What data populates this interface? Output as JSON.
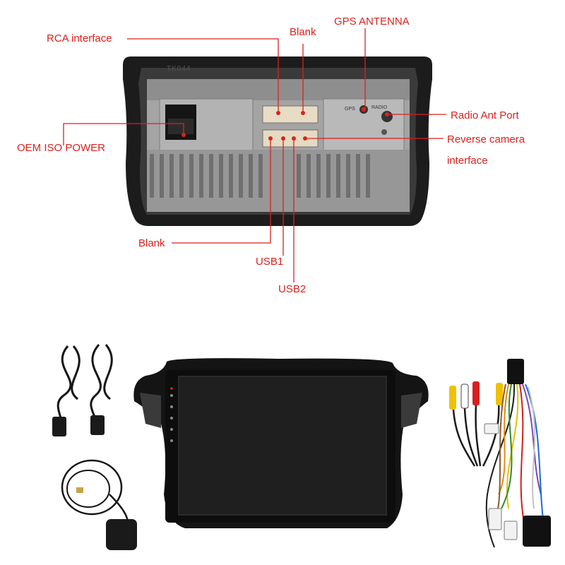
{
  "labels": {
    "rca": "RCA interface",
    "blank_top": "Blank",
    "gps": "GPS ANTENNA",
    "radio": "Radio Ant Port",
    "oem": "OEM ISO POWER",
    "reverse_line1": "Reverse camera",
    "reverse_line2": "interface",
    "blank_bottom": "Blank",
    "usb1": "USB1",
    "usb2": "USB2"
  },
  "unit_markings": {
    "model_code": "TK044",
    "gps_mark": "GPS",
    "radio_mark": "RADIO"
  },
  "colors": {
    "callout": "#d8231f",
    "frame": "#1c1c1c",
    "metal": "#9a9a9a"
  },
  "icons": [
    "hdmi-cable-icon",
    "gps-antenna-icon",
    "head-unit-screen-icon",
    "rca-cable-icon",
    "wiring-harness-icon"
  ]
}
